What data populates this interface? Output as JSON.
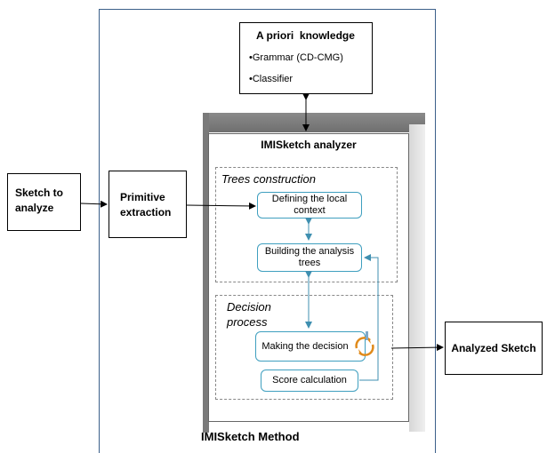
{
  "knowledge": {
    "title": "A priori  knowledge",
    "items": [
      "•Grammar (CD-CMG)",
      "•Classifier"
    ]
  },
  "input_label": "Sketch to analyze",
  "primitive_label": "Primitive extraction",
  "analyzer": {
    "title": "IMISketch analyzer",
    "trees": {
      "title": "Trees construction",
      "local_context": "Defining the local context",
      "building": "Building the analysis trees"
    },
    "decision": {
      "title": "Decision process",
      "making": "Making the decision",
      "score": "Score calculation"
    }
  },
  "output_label": "Analyzed Sketch",
  "method_label": "IMISketch Method"
}
